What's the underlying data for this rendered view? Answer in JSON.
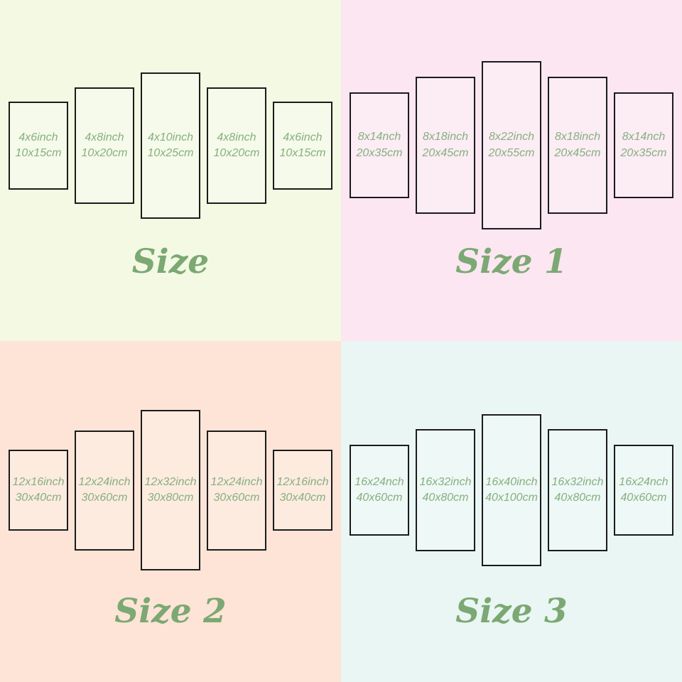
{
  "colors": {
    "quadrant_backgrounds": [
      "#F3F9E3",
      "#FBE6F1",
      "#FDE4D6",
      "#E9F6F3"
    ],
    "panel_border": "#1B1B1B",
    "panel_text_green": "#86B07F",
    "title_green": "#7CA873"
  },
  "quadrants": [
    {
      "title": "Size",
      "bg": "#F3F9E3",
      "panels": [
        {
          "inch": "4x6inch",
          "cm": "10x15cm"
        },
        {
          "inch": "4x8inch",
          "cm": "10x20cm"
        },
        {
          "inch": "4x10inch",
          "cm": "10x25cm"
        },
        {
          "inch": "4x8inch",
          "cm": "10x20cm"
        },
        {
          "inch": "4x6inch",
          "cm": "10x15cm"
        }
      ]
    },
    {
      "title": "Size 1",
      "bg": "#FBE6F1",
      "panels": [
        {
          "inch": "8x14nch",
          "cm": "20x35cm"
        },
        {
          "inch": "8x18inch",
          "cm": "20x45cm"
        },
        {
          "inch": "8x22inch",
          "cm": "20x55cm"
        },
        {
          "inch": "8x18inch",
          "cm": "20x45cm"
        },
        {
          "inch": "8x14nch",
          "cm": "20x35cm"
        }
      ]
    },
    {
      "title": "Size 2",
      "bg": "#FDE4D6",
      "panels": [
        {
          "inch": "12x16inch",
          "cm": "30x40cm"
        },
        {
          "inch": "12x24inch",
          "cm": "30x60cm"
        },
        {
          "inch": "12x32inch",
          "cm": "30x80cm"
        },
        {
          "inch": "12x24inch",
          "cm": "30x60cm"
        },
        {
          "inch": "12x16inch",
          "cm": "30x40cm"
        }
      ]
    },
    {
      "title": "Size 3",
      "bg": "#E9F6F3",
      "panels": [
        {
          "inch": "16x24nch",
          "cm": "40x60cm"
        },
        {
          "inch": "16x32inch",
          "cm": "40x80cm"
        },
        {
          "inch": "16x40inch",
          "cm": "40x100cm"
        },
        {
          "inch": "16x32inch",
          "cm": "40x80cm"
        },
        {
          "inch": "16x24nch",
          "cm": "40x60cm"
        }
      ]
    }
  ]
}
